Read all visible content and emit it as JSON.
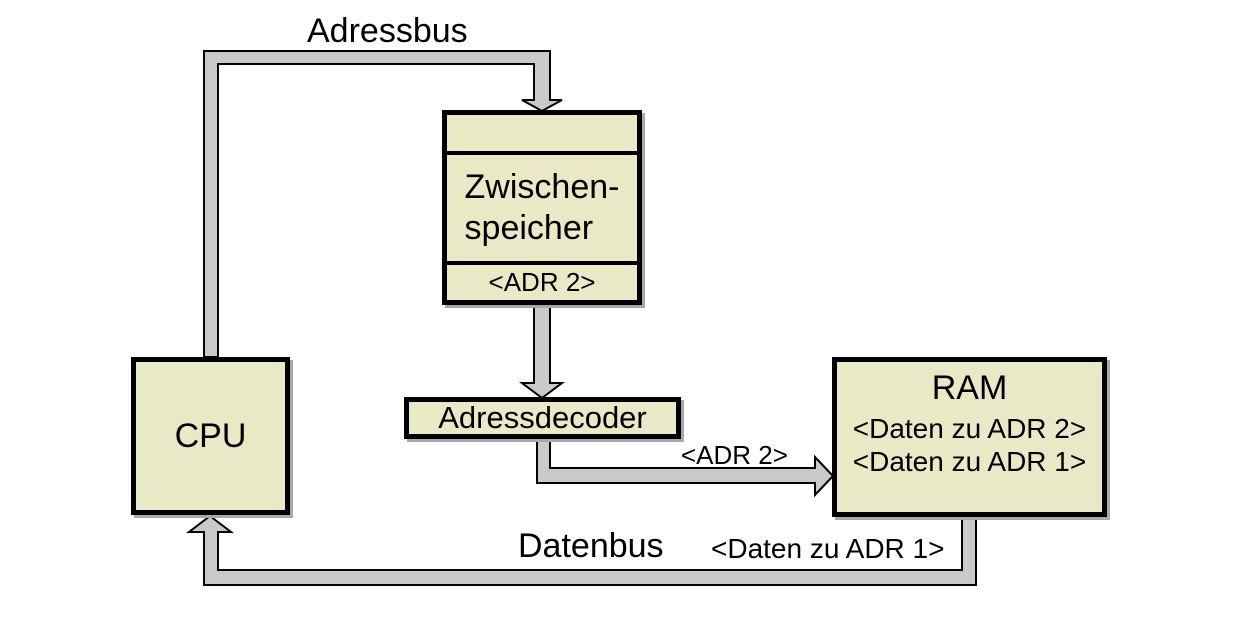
{
  "diagram": {
    "bus_labels": {
      "adressbus": "Adressbus",
      "datenbus": "Datenbus"
    },
    "signal_labels": {
      "adr2_to_ram": "<ADR 2>",
      "daten_zu_adr1": "<Daten zu ADR 1>"
    },
    "nodes": {
      "cpu": {
        "label": "CPU"
      },
      "zwischenspeicher": {
        "label_line1": "Zwischen-",
        "label_line2": "speicher",
        "address_slot": "<ADR 2>"
      },
      "adressdecoder": {
        "label": "Adressdecoder"
      },
      "ram": {
        "title": "RAM",
        "rows": [
          "<Daten zu ADR 2>",
          "<Daten zu ADR 1>"
        ]
      }
    },
    "colors": {
      "node_fill": "#e9e9c6",
      "node_border": "#000000",
      "bus_fill": "#c9c9c9",
      "bus_outline": "#000000"
    }
  }
}
